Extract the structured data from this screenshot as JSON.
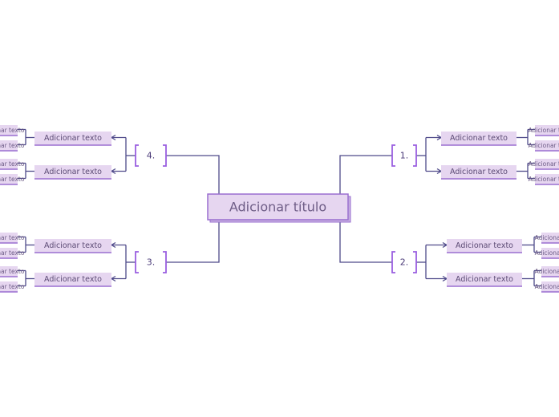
{
  "central": {
    "title": "Adicionar título"
  },
  "branches": [
    {
      "id": "b1",
      "label": "1.",
      "items": [
        {
          "text": "Adicionar texto",
          "leaves": [
            "Adicionar texto",
            "Adicionar texto"
          ]
        },
        {
          "text": "Adicionar texto",
          "leaves": [
            "Adicionar texto",
            "Adicionar texto"
          ]
        }
      ]
    },
    {
      "id": "b2",
      "label": "2.",
      "items": [
        {
          "text": "Adicionar texto",
          "leaves": [
            "Adicionar texto",
            "Adicionar texto"
          ]
        },
        {
          "text": "Adicionar texto",
          "leaves": [
            "Adicionar texto",
            "Adicionar texto"
          ]
        }
      ]
    },
    {
      "id": "b3",
      "label": "3.",
      "items": [
        {
          "text": "Adicionar texto",
          "leaves": [
            "Adicionar texto",
            "Adicionar texto"
          ]
        },
        {
          "text": "Adicionar texto",
          "leaves": [
            "Adicionar texto",
            "Adicionar texto"
          ]
        }
      ]
    },
    {
      "id": "b4",
      "label": "4.",
      "items": [
        {
          "text": "Adicionar texto",
          "leaves": [
            "Adicionar texto",
            "Adicionar texto"
          ]
        },
        {
          "text": "Adicionar texto",
          "leaves": [
            "Adicionar texto",
            "Adicionar texto"
          ]
        }
      ]
    }
  ],
  "colors": {
    "node_fill": "#e6d6f0",
    "node_border": "#9a6fd0",
    "shadow": "#c8b2e2",
    "edge": "#4f4a8a",
    "bracket": "#9a5fe0"
  }
}
